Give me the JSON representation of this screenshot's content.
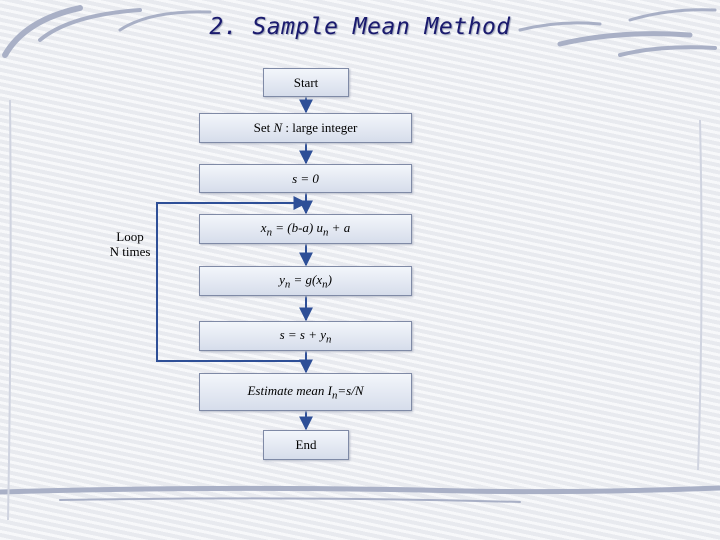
{
  "title": "2. Sample Mean Method",
  "boxes": {
    "start": "Start",
    "set_n_prefix": "Set ",
    "set_n_var": "N",
    "set_n_suffix": " : large integer",
    "init": "s = 0",
    "xn_a": "x",
    "xn_sub1": "n",
    "xn_b": " = (b-a) u",
    "xn_sub2": "n",
    "xn_c": " + a",
    "yn_a": "y",
    "yn_sub1": "n",
    "yn_b": " = g(x",
    "yn_sub2": "n",
    "yn_c": ")",
    "sum_a": "s = s + y",
    "sum_sub": "n",
    "est_a": "Estimate mean  I",
    "est_sub": "n",
    "est_b": "=s/N",
    "end": "End"
  },
  "loop_label": {
    "line1": "Loop",
    "line2": "N times"
  },
  "colors": {
    "title": "#1a1a6e",
    "box_border": "#7f8aa6",
    "arrow": "#2e4f97"
  }
}
